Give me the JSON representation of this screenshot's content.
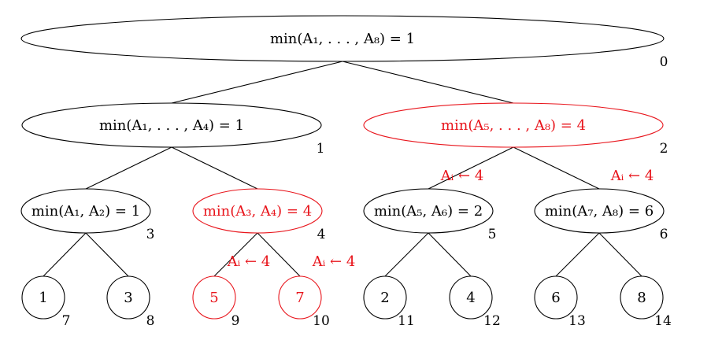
{
  "colors": {
    "default": "#000000",
    "highlight": "#e8141b"
  },
  "nodes": [
    {
      "id": 0,
      "label": "min(A₁, . . . , A₈) = 1",
      "index": "0",
      "highlight": false
    },
    {
      "id": 1,
      "label": "min(A₁, . . . , A₄) = 1",
      "index": "1",
      "highlight": false
    },
    {
      "id": 2,
      "label": "min(A₅, . . . , A₈) = 4",
      "index": "2",
      "highlight": true
    },
    {
      "id": 3,
      "label": "min(A₁, A₂) = 1",
      "index": "3",
      "highlight": false
    },
    {
      "id": 4,
      "label": "min(A₃, A₄) = 4",
      "index": "4",
      "highlight": true
    },
    {
      "id": 5,
      "label": "min(A₅, A₆) = 2",
      "index": "5",
      "highlight": false
    },
    {
      "id": 6,
      "label": "min(A₇, A₈) = 6",
      "index": "6",
      "highlight": false
    },
    {
      "id": 7,
      "label": "1",
      "index": "7",
      "highlight": false
    },
    {
      "id": 8,
      "label": "3",
      "index": "8",
      "highlight": false
    },
    {
      "id": 9,
      "label": "5",
      "index": "9",
      "highlight": true
    },
    {
      "id": 10,
      "label": "7",
      "index": "10",
      "highlight": true
    },
    {
      "id": 11,
      "label": "2",
      "index": "11",
      "highlight": false
    },
    {
      "id": 12,
      "label": "4",
      "index": "12",
      "highlight": false
    },
    {
      "id": 13,
      "label": "6",
      "index": "13",
      "highlight": false
    },
    {
      "id": 14,
      "label": "8",
      "index": "14",
      "highlight": false
    }
  ],
  "edges": [
    [
      0,
      1
    ],
    [
      0,
      2
    ],
    [
      1,
      3
    ],
    [
      1,
      4
    ],
    [
      2,
      5
    ],
    [
      2,
      6
    ],
    [
      3,
      7
    ],
    [
      3,
      8
    ],
    [
      4,
      9
    ],
    [
      4,
      10
    ],
    [
      5,
      11
    ],
    [
      5,
      12
    ],
    [
      6,
      13
    ],
    [
      6,
      14
    ]
  ],
  "annotations": [
    {
      "name": "update-annotation-node-5",
      "text": "Aᵢ ← 4"
    },
    {
      "name": "update-annotation-node-6",
      "text": "Aᵢ ← 4"
    },
    {
      "name": "update-annotation-node-9",
      "text": "Aᵢ ← 4"
    },
    {
      "name": "update-annotation-node-10",
      "text": "Aᵢ ← 4"
    }
  ]
}
